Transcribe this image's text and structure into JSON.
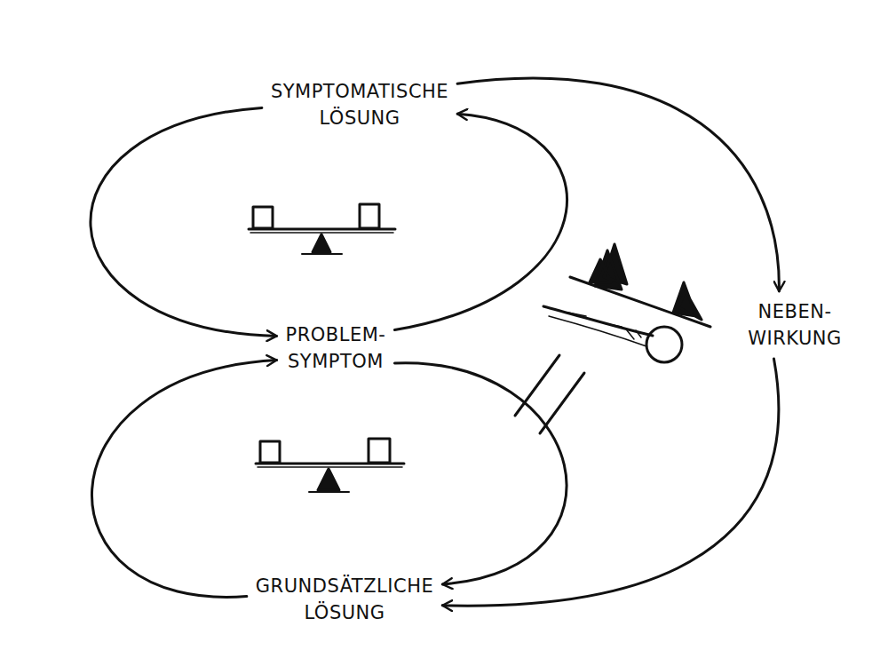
{
  "diagram": {
    "nodes": [
      {
        "text": [
          "SYMPTOMATISCHE LÖSUNG"
        ]
      },
      {
        "text": [
          "PROBLEM- SYMPTOM"
        ]
      },
      {
        "text": [
          "NEBEN- WIRKUNG"
        ]
      },
      {
        "text": [
          "GRUNDSÄTZLICHE LÖSUNG"
        ]
      }
    ],
    "edges": [
      {
        "from": 0,
        "to": 1,
        "arrow": "to"
      },
      {
        "from": 1,
        "to": 0,
        "arrow": "to"
      },
      {
        "from": 0,
        "to": 2,
        "arrow": "to"
      },
      {
        "from": 2,
        "to": 3,
        "arrow": "to"
      },
      {
        "from": 1,
        "to": 3,
        "arrow": "to"
      },
      {
        "from": 3,
        "to": 1,
        "arrow": "to"
      }
    ]
  }
}
